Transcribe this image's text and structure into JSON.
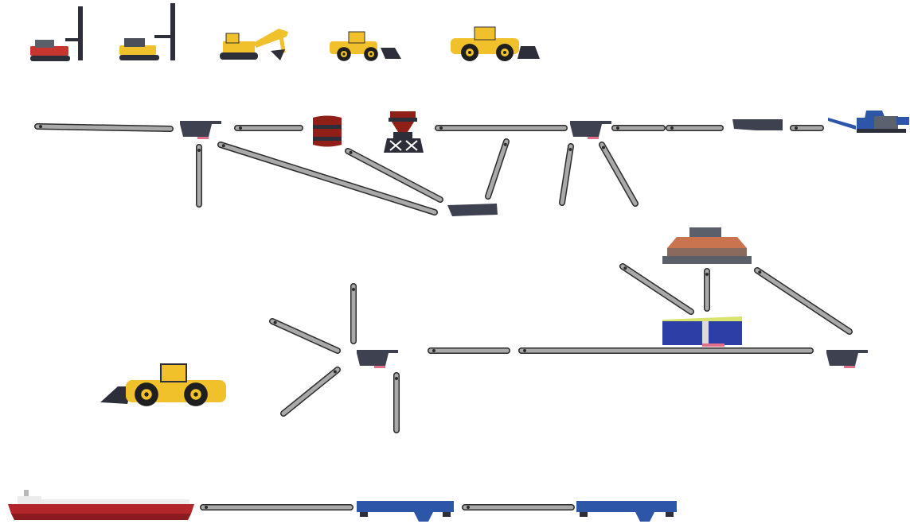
{
  "colors": {
    "belt_fill": "#a9a9a9",
    "belt_stroke": "#2b2b2b",
    "hopper": "#3e4150",
    "hopper_accent": "#e2708a",
    "drill_red": "#c7362e",
    "machine_yellow": "#f0c12a",
    "tire": "#1f1f1f",
    "silo_red": "#8f1f17",
    "silo_dark": "#2c2f3a",
    "screen_blue": "#2d3fa6",
    "feeder_blue": "#2d55a8",
    "crusher_orange": "#c9744e",
    "ship_red": "#b2262b",
    "ship_white": "#ececec"
  },
  "equipment": [
    "drill-rig-red",
    "drill-rig-yellow",
    "excavator",
    "wheel-loader-small",
    "wheel-loader-large",
    "hopper",
    "surge-silo",
    "cone-silo",
    "mobile-crusher",
    "gyratory-crusher",
    "vibrating-screen",
    "wheel-loader-stockpile",
    "bulk-ship",
    "ship-loader-feeder"
  ]
}
